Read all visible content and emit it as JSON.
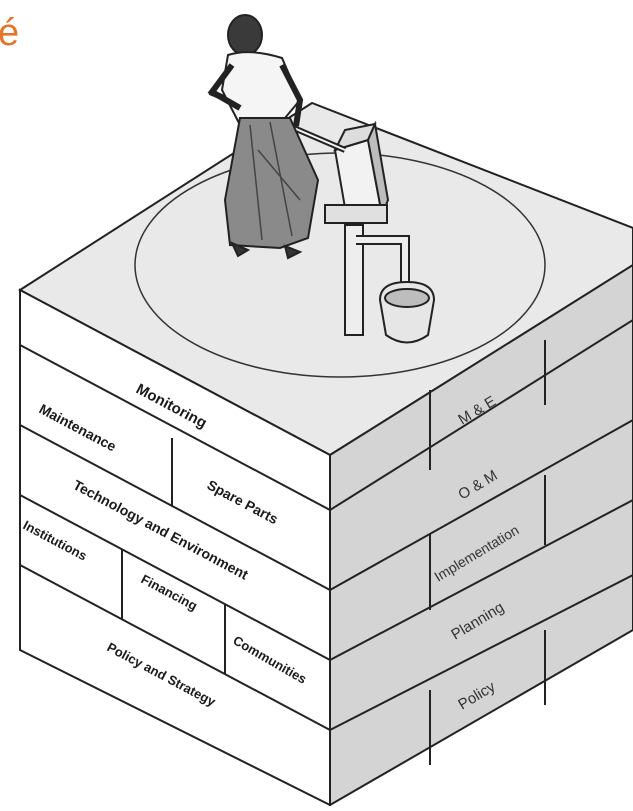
{
  "header": {
    "partial_text": "é"
  },
  "left_face": {
    "rows": [
      [
        "Monitoring"
      ],
      [
        "Maintenance",
        "Spare Parts"
      ],
      [
        "Technology and Environment"
      ],
      [
        "Institutions",
        "Financing",
        "Communities"
      ],
      [
        "Policy and Strategy"
      ]
    ]
  },
  "right_face": {
    "labels": [
      "M & E",
      "O & M",
      "Implementation",
      "Planning",
      "Policy"
    ]
  },
  "colors": {
    "accent": "#e8742a",
    "right_face": "#d4d4d4",
    "top_face": "#e9e9e9",
    "left_face": "#ffffff"
  },
  "icons": [
    "woman-figure-icon",
    "hand-pump-icon",
    "bucket-icon"
  ]
}
